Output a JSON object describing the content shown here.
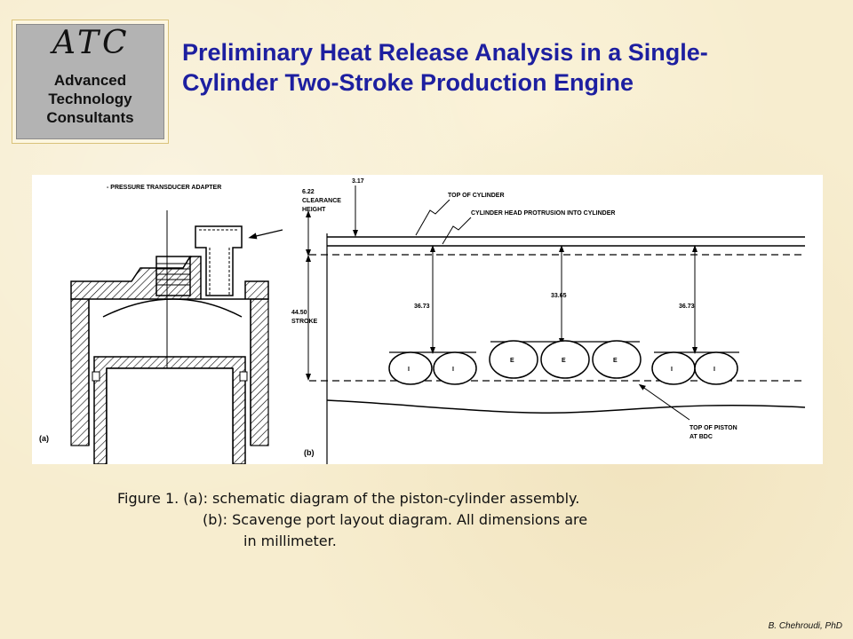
{
  "logo": {
    "mark": "ATC",
    "lines": [
      "Advanced",
      "Technology",
      "Consultants"
    ]
  },
  "title": {
    "line1": "Preliminary Heat Release Analysis in a Single-",
    "line2": "Cylinder Two-Stroke Production Engine"
  },
  "figure": {
    "panel_a": {
      "label": "(a)",
      "callout": "- PRESSURE TRANSDUCER ADAPTER"
    },
    "panel_b": {
      "label": "(b)",
      "top_of_cylinder": "TOP OF CYLINDER",
      "head_protrusion": "CYLINDER HEAD PROTRUSION INTO CYLINDER",
      "clearance_value": "3.17",
      "clearance_height": [
        "6.22",
        "CLEARANCE",
        "HEIGHT"
      ],
      "stroke": [
        "44.50",
        "STROKE"
      ],
      "dim_left": "36.73",
      "dim_center": "33.65",
      "dim_right": "36.73",
      "top_of_piston": [
        "TOP OF PISTON",
        "AT BDC"
      ],
      "ports": [
        "I",
        "I",
        "E",
        "E",
        "E",
        "I",
        "I"
      ]
    }
  },
  "caption": {
    "line1": "Figure 1.  (a): schematic diagram of the piston-cylinder assembly.",
    "line2": "(b): Scavenge port layout diagram. All dimensions are",
    "line3": "in millimeter."
  },
  "author": "B. Chehroudi, PhD"
}
